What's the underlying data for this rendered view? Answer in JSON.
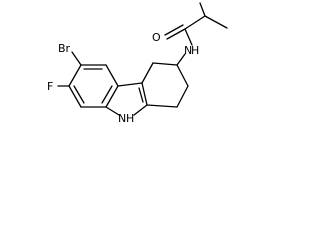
{
  "molecule": {
    "atoms": {
      "bromine": "Br",
      "fluorine": "F",
      "ring_nitrogen": "N",
      "ring_nitrogen_h": "H",
      "amide_nitrogen": "N",
      "amide_nitrogen_h": "H",
      "carbonyl_oxygen": "O"
    }
  }
}
